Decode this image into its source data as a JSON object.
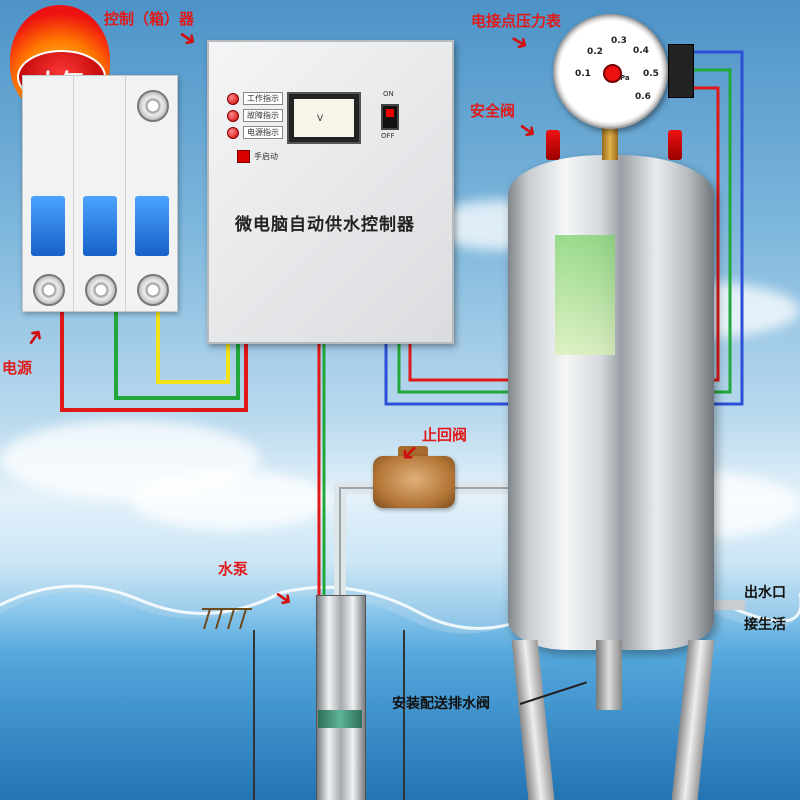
{
  "badge": {
    "text": "人气"
  },
  "labels": {
    "control_box": "控制（箱）器",
    "pressure_gauge": "电接点压力表",
    "safety_valve": "安全阀",
    "power": "电源",
    "check_valve": "止回阀",
    "pump": "水泵",
    "outlet": "出水口",
    "to_house": "接生活",
    "drain_valve": "安装配送排水阀"
  },
  "controller": {
    "title": "微电脑自动供水控制器",
    "indicators": [
      "工作指示",
      "故障指示",
      "电源指示"
    ],
    "meter_unit": "V",
    "switch_on": "ON",
    "switch_off": "OFF",
    "manual_start": "手启动"
  },
  "gauge": {
    "ticks": [
      "0.1",
      "0.2",
      "0.3",
      "0.4",
      "0.5",
      "0.6"
    ],
    "unit": "MPa"
  },
  "colors": {
    "wire_red": "#e01818",
    "wire_green": "#22a83a",
    "wire_yellow": "#f2e21a",
    "wire_blue": "#2b4fd6",
    "label_red": "#e01b1b"
  }
}
